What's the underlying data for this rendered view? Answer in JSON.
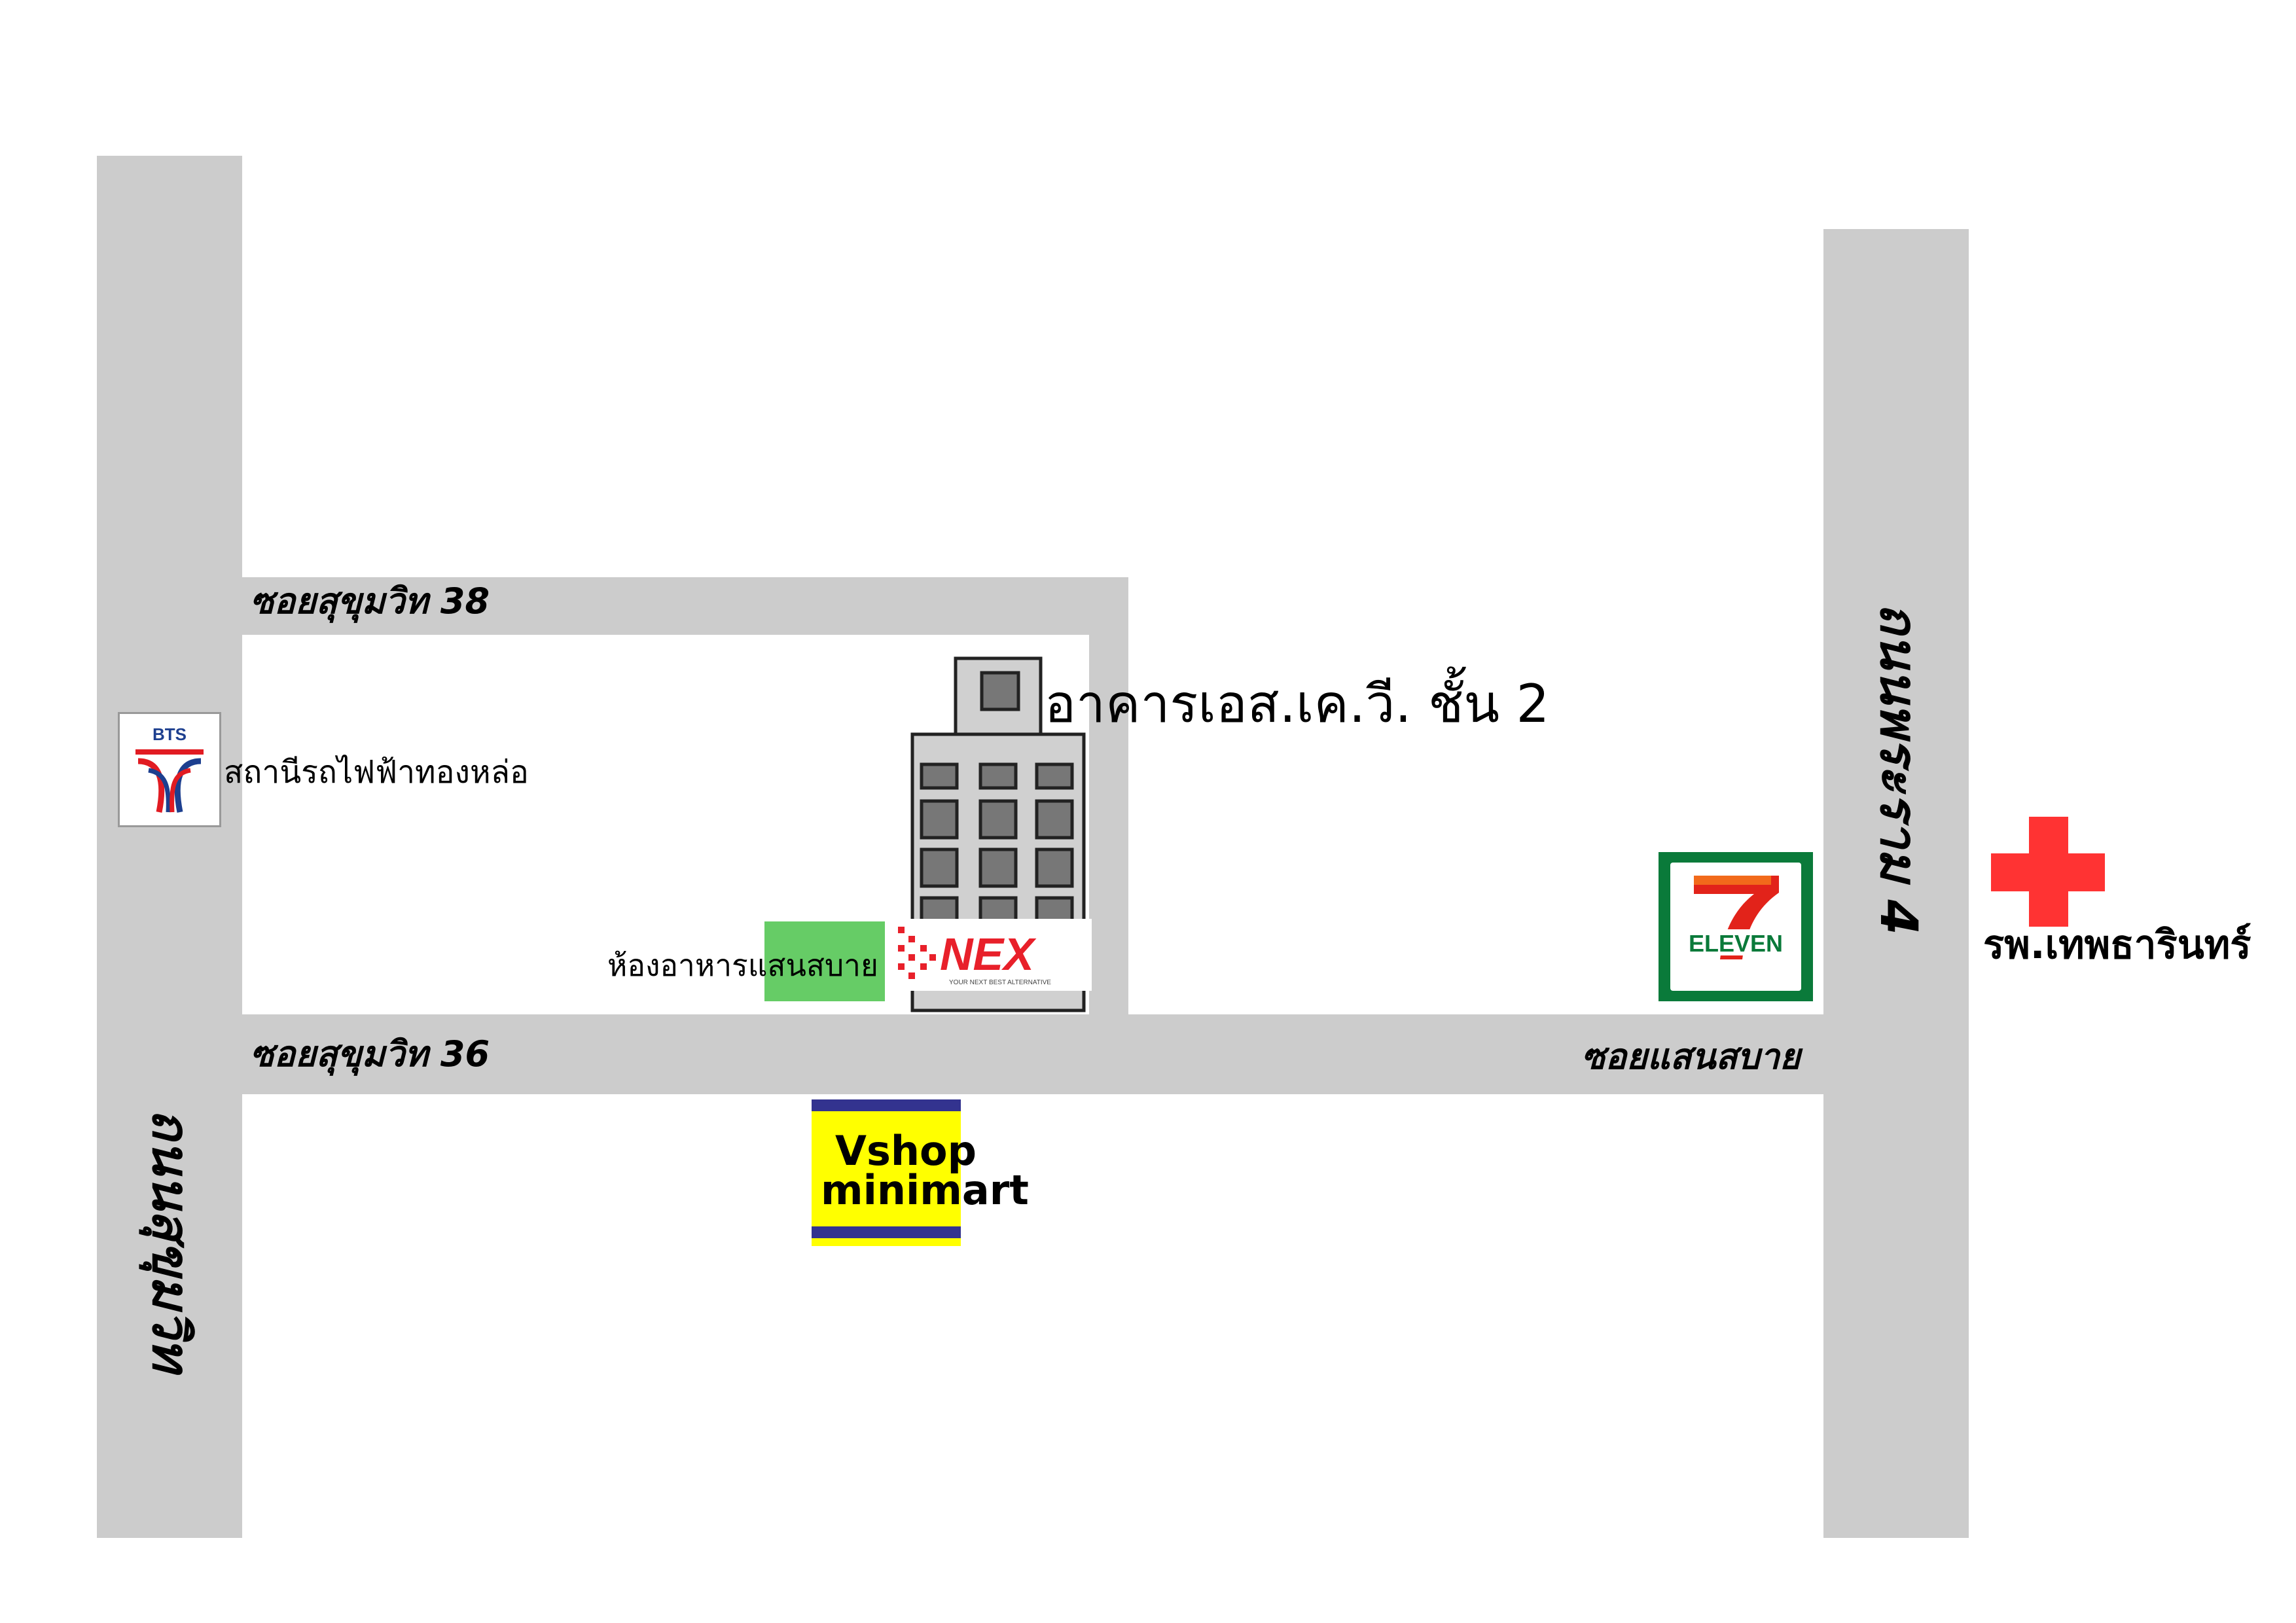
{
  "roads": {
    "sukhumvit": "ถนนสุขุมวิท",
    "rama4": "ถนนพระราม 4",
    "soi38": "ซอยสุขุมวิท 38",
    "soi36": "ซอยสุขุมวิท 36",
    "soi_saensabai": "ซอยแสนสบาย"
  },
  "places": {
    "bts_logo_text": "BTS",
    "bts_station": "สถานีรถไฟฟ้าทองหล่อ",
    "building": "อาคารเอส.เค.วี. ชั้น 2",
    "restaurant": "ห้องอาหารแสนสบาย",
    "nex_logo": "NEX",
    "nex_tagline": "YOUR NEXT BEST ALTERNATIVE",
    "seven_eleven_number": "7",
    "seven_eleven_text": "ELEVEN",
    "hospital": "รพ.เทพธารินทร์",
    "vshop_line1": "Vshop",
    "vshop_line2": "minimart"
  },
  "colors": {
    "road": "#cccccc",
    "restaurant_green": "#66cc66",
    "hospital_red": "#ff3333",
    "seven_green": "#0a7a3a",
    "seven_orange": "#f26a1b",
    "seven_red": "#e2231a",
    "vshop_yellow": "#ffff00",
    "vshop_blue": "#33338f",
    "nex_red": "#e8202a",
    "bts_red": "#e11b22",
    "bts_blue": "#1d3f8f"
  },
  "icons": [
    "bts-logo-icon",
    "building-icon",
    "nex-logo-icon",
    "seven-eleven-logo-icon",
    "hospital-cross-icon",
    "vshop-logo-icon"
  ]
}
